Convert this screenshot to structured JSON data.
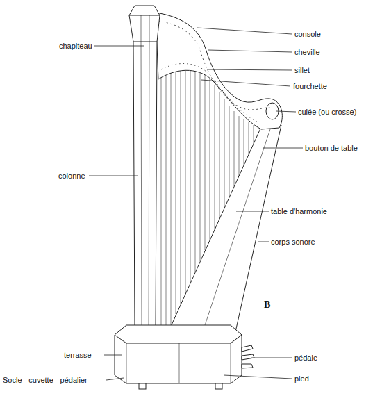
{
  "diagram": {
    "labels": [
      "chapiteau",
      "console",
      "cheville",
      "sillet",
      "fourchette",
      "culée (ou crosse)",
      "bouton de table",
      "colonne",
      "table d'harmonie",
      "corps sonore",
      "B",
      "terrasse",
      "pédale",
      "pied",
      "Socle - cuvette - pédalier"
    ]
  }
}
